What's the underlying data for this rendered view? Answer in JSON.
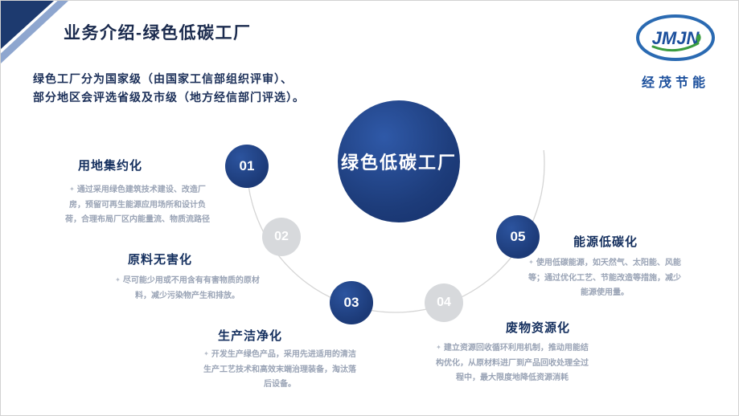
{
  "header": {
    "title": "业务介绍-绿色低碳工厂",
    "subtitle_lines": [
      "绿色工厂分为国家级（由国家工信部组织评审）、",
      "部分地区会评选省级及市级（地方经信部门评选）。"
    ],
    "logo": {
      "text": "JMJN",
      "company": "经茂节能"
    }
  },
  "diagram": {
    "center_label": "绿色低碳工厂",
    "bullet_icon": "✦",
    "accent_navy": "#1d3c7a",
    "circle_gray": "#d7d9dc",
    "items": [
      {
        "number": "01",
        "title": "用地集约化",
        "desc": "通过采用绿色建筑技术建设、改造厂房，预留可再生能源应用场所和设计负荷，合理布局厂区内能量流、物质流路径",
        "color": "navy"
      },
      {
        "number": "02",
        "title": "原料无害化",
        "desc": "尽可能少用或不用含有有害物质的原材料，减少污染物产生和排放。",
        "color": "gray"
      },
      {
        "number": "03",
        "title": "生产洁净化",
        "desc": "开发生产绿色产品，采用先进适用的清洁生产工艺技术和高效末端治理装备，淘汰落后设备。",
        "color": "navy"
      },
      {
        "number": "04",
        "title": "废物资源化",
        "desc": "建立资源回收循环利用机制，推动用能结构优化，从原材料进厂到产品回收处理全过程中，最大限度地降低资源消耗",
        "color": "gray"
      },
      {
        "number": "05",
        "title": "能源低碳化",
        "desc": "使用低碳能源，如天然气、太阳能、风能等；通过优化工艺、节能改造等措施，减少能源使用量。",
        "color": "navy"
      }
    ]
  }
}
